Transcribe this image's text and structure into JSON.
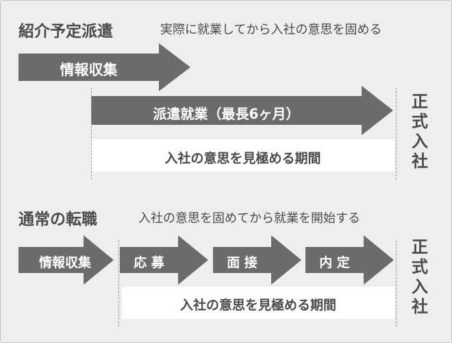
{
  "section1": {
    "title": "紹介予定派遣",
    "description": "実際に就業してから入社の意思を固める",
    "arrow1_label": "情報収集",
    "arrow2_label": "派遣就業（最長6ヶ月）",
    "period_label": "入社の意思を見極める期間",
    "end_label": [
      "正",
      "式",
      "入",
      "社"
    ]
  },
  "section2": {
    "title": "通常の転職",
    "description": "入社の意思を固めてから就業を開始する",
    "steps": [
      "情報収集",
      "応 募",
      "面 接",
      "内 定"
    ],
    "period_label": "入社の意思を見極める期間",
    "end_label": [
      "正",
      "式",
      "入",
      "社"
    ]
  },
  "colors": {
    "arrow": "#6b6b6b",
    "text": "#4a4a4a",
    "background": "#eeeeee"
  }
}
